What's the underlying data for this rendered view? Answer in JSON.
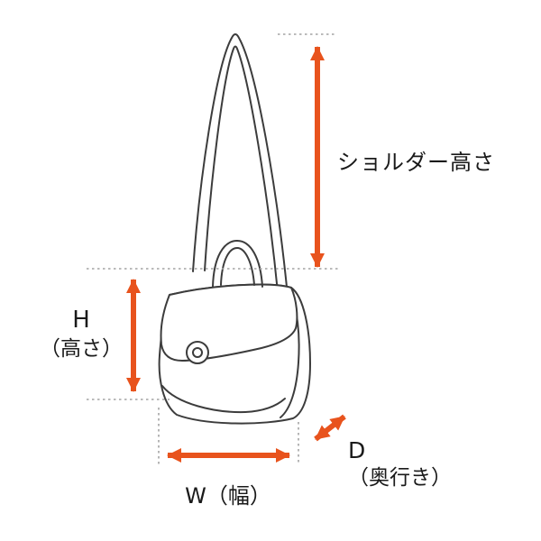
{
  "diagram": {
    "labels": {
      "shoulder_height": "ショルダー高さ",
      "height_letter": "H",
      "height_sub": "（高さ）",
      "width": "W（幅）",
      "depth_letter": "D",
      "depth_sub": "（奥行き）"
    },
    "colors": {
      "arrow": "#e8531d",
      "ink": "#3c3c3c",
      "guide": "#a3a3a3",
      "bg": "#ffffff",
      "text": "#1a1a1a"
    }
  }
}
